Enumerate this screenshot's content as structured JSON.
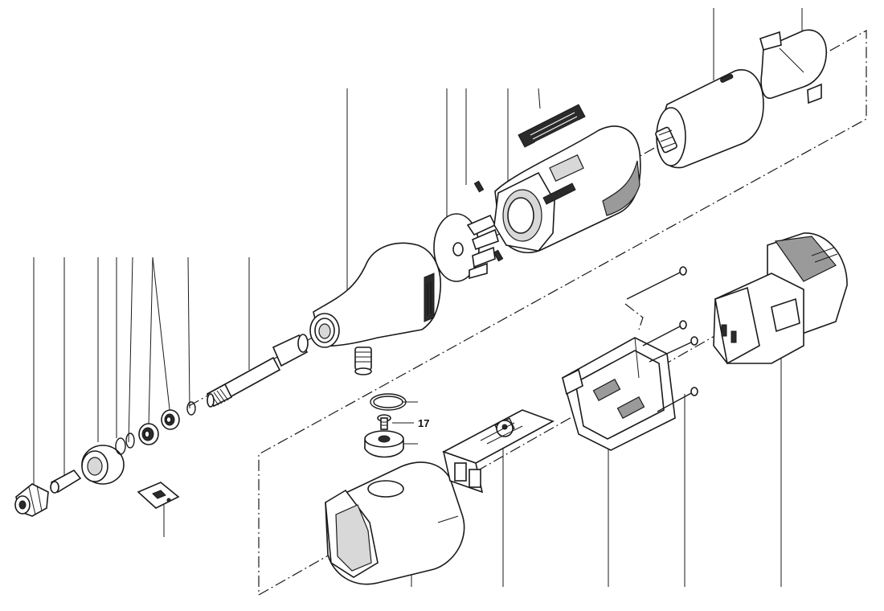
{
  "diagram": {
    "type": "exploded-parts-view",
    "callouts": [
      {
        "id": "screw-callout",
        "label": "17"
      }
    ]
  }
}
